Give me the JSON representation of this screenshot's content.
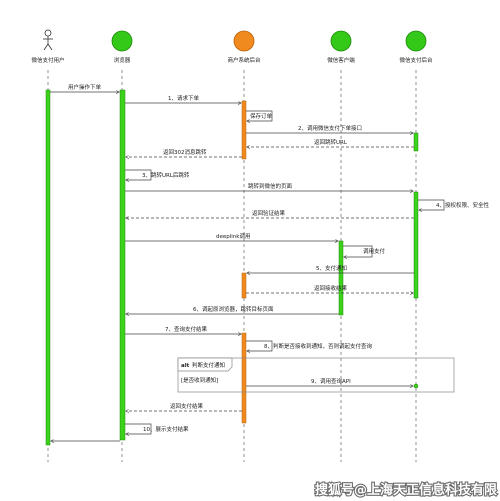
{
  "participants": [
    {
      "id": "user",
      "label": "微信支付用户",
      "kind": "actor",
      "color": "#34c818"
    },
    {
      "id": "browser",
      "label": "浏览器",
      "kind": "circle",
      "color": "#34c818"
    },
    {
      "id": "merchant",
      "label": "商户系统后台",
      "kind": "circle",
      "color": "#f08a1e"
    },
    {
      "id": "client",
      "label": "微信客户端",
      "kind": "circle",
      "color": "#34c818"
    },
    {
      "id": "pay",
      "label": "微信支付后台",
      "kind": "circle",
      "color": "#34c818"
    }
  ],
  "messages": {
    "m0": "用户操作下单",
    "m1": "1、请求下单",
    "m2": "保存订单",
    "m3": "2、调用微信支付下单接口",
    "m4": "返回跳转URL",
    "m5": "返回302消息跳转",
    "m6": "3、跳转URL后跳转",
    "m7": "跳转到微信的页面",
    "m8": "4、授权权限、安全性",
    "m9": "返回验证结果",
    "m10": "deeplink调用",
    "m11": "调用支付",
    "m12": "5、支付通知",
    "m13": "返回接收结果",
    "m14": "6、调起原浏览器，跳转目标页面",
    "m15": "7、查询支付结果",
    "m16": "8、判断是否接收到通知，否则调起支付查询",
    "m17": "9、调用查询API",
    "m18": "返回支付结果",
    "m19": "10、展示支付结果"
  },
  "alt": {
    "tag": "alt",
    "title": "判断支付通知",
    "condition": "[是否收到通知]"
  },
  "watermark": "搜狐号@上海天正信息科技有限"
}
